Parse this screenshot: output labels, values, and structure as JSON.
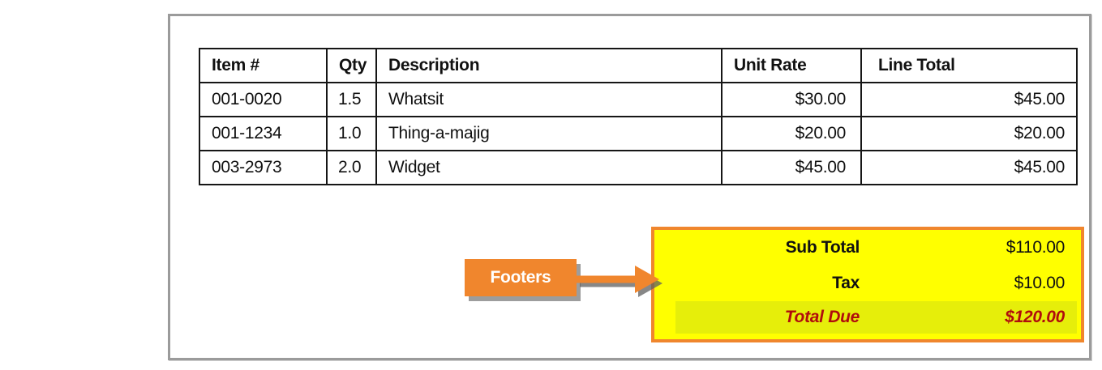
{
  "table": {
    "columns": [
      "Item #",
      "Qty",
      "Description",
      "Unit Rate",
      "Line Total"
    ],
    "rows": [
      [
        "001-0020",
        "1.5",
        "Whatsit",
        "$30.00",
        "$45.00"
      ],
      [
        "001-1234",
        "1.0",
        "Thing-a-majig",
        "$20.00",
        "$20.00"
      ],
      [
        "003-2973",
        "2.0",
        "Widget",
        "$45.00",
        "$45.00"
      ]
    ]
  },
  "footer_summary": {
    "rows": [
      {
        "label": "Sub Total",
        "value": "$110.00"
      },
      {
        "label": "Tax",
        "value": "$10.00"
      },
      {
        "label": "Total Due",
        "value": "$120.00"
      }
    ]
  },
  "callout": {
    "label": "Footers"
  },
  "colors": {
    "callout_orange": "#F0862D",
    "footer_yellow": "#FFFF00",
    "total_due_band": "#E6EE0A",
    "total_due_text": "#B00D0D",
    "frame_gray": "#9B9B9B",
    "table_border": "#161616"
  }
}
